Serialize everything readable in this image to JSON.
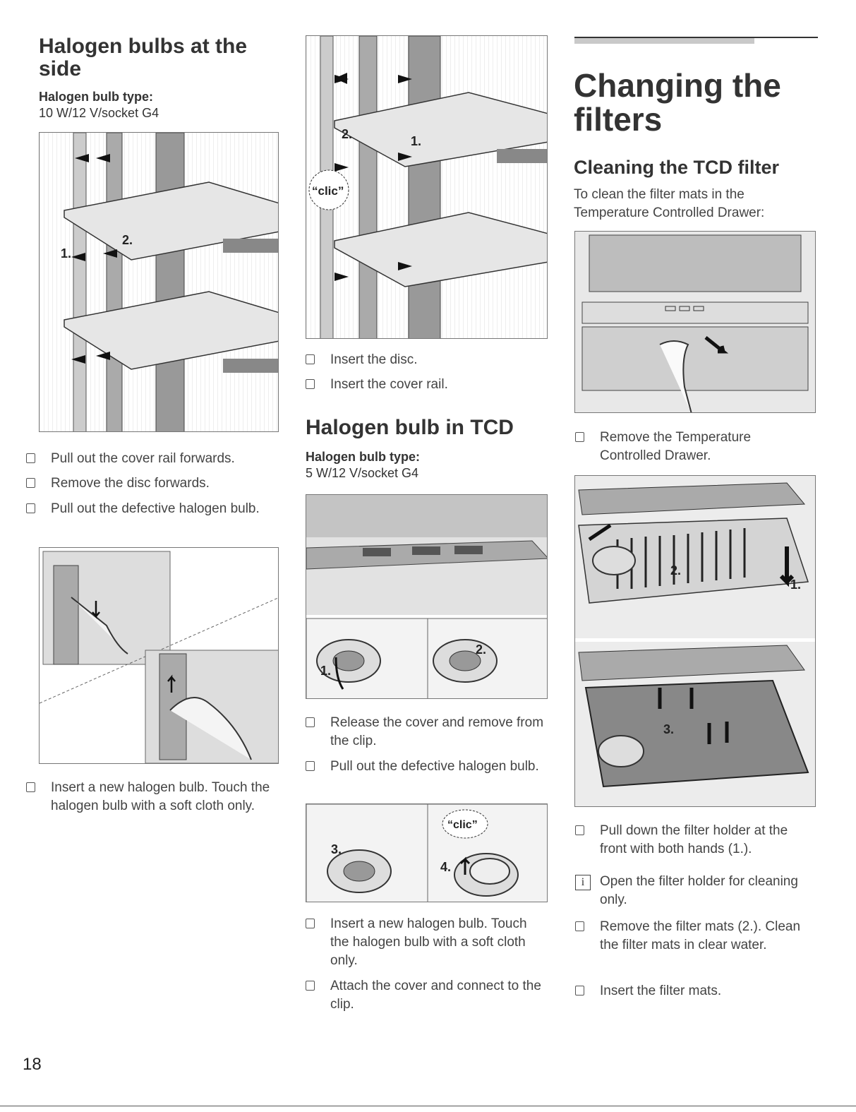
{
  "left": {
    "title": "Halogen bulbs at the side",
    "spec_label": "Halogen bulb type:",
    "spec_value": "10 W/12 V/socket G4",
    "figure1_labels": [
      "1.",
      "2."
    ],
    "steps": [
      "Pull out the cover rail forwards.",
      "Remove the disc forwards.",
      "Pull out the defective halogen bulb."
    ],
    "step_after": "Insert a new halogen bulb. Touch the halogen bulb with a soft cloth only."
  },
  "middle": {
    "figure_labels": [
      "2.",
      "1.",
      "“clic”"
    ],
    "steps": [
      "Insert the disc.",
      "Insert the cover rail."
    ],
    "title": "Halogen bulb in TCD",
    "spec_label": "Halogen bulb type:",
    "spec_value": "5 W/12 V/socket G4",
    "figure3_labels": [
      "1.",
      "2."
    ],
    "steps2": [
      "Release the cover and remove from the clip.",
      "Pull out the defective halogen bulb."
    ],
    "figure4_labels": [
      "3.",
      "4.",
      "“clic”"
    ],
    "steps3": [
      "Insert a new halogen bulb. Touch the halogen bulb with a soft cloth only.",
      "Attach the cover and connect to the clip."
    ]
  },
  "right": {
    "title": "Changing the filters",
    "subtitle": "Cleaning the TCD filter",
    "intro": "To clean the filter mats in the Temperature Controlled Drawer:",
    "step1": "Remove the Temperature Controlled Drawer.",
    "figure_labels": [
      "2.",
      "1.",
      "3."
    ],
    "step2": "Pull down the filter holder at the front with both hands (1.).",
    "info_icon": "i",
    "info": "Open the filter holder for cleaning only.",
    "step3": "Remove the filter mats (2.). Clean the filter mats in clear water.",
    "step4": "Insert the filter mats."
  },
  "footer": {
    "page_number": "18"
  }
}
